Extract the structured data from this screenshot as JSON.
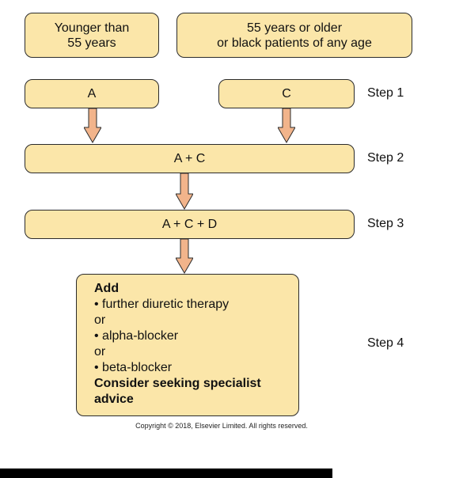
{
  "groups": {
    "younger": [
      "Younger than",
      "55 years"
    ],
    "older": [
      "55 years or older",
      "or black patients of any age"
    ]
  },
  "steps": {
    "step1": {
      "label": "Step 1",
      "left": "A",
      "right": "C"
    },
    "step2": {
      "label": "Step 2",
      "box": "A + C"
    },
    "step3": {
      "label": "Step 3",
      "box": "A + C + D"
    },
    "step4": {
      "label": "Step 4",
      "title": "Add",
      "lines": [
        "• further diuretic therapy",
        "or",
        "• alpha-blocker",
        "or",
        "• beta-blocker"
      ],
      "advice": [
        "Consider seeking specialist",
        "advice"
      ]
    }
  },
  "copyright": "Copyright © 2018, Elsevier Limited. All rights reserved.",
  "colors": {
    "box_fill": "#fbe6a9",
    "arrow_fill": "#f2b48b",
    "border": "#2b2b2b"
  }
}
